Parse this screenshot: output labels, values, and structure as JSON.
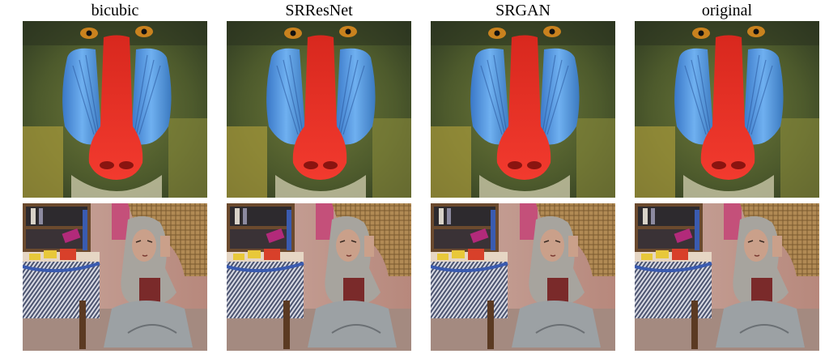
{
  "columns": [
    {
      "label": "bicubic",
      "top_image": "mandrill-face-photo",
      "bottom_image": "barbara-seated-woman-photo"
    },
    {
      "label": "SRResNet",
      "top_image": "mandrill-face-photo",
      "bottom_image": "barbara-seated-woman-photo"
    },
    {
      "label": "SRGAN",
      "top_image": "mandrill-face-photo",
      "bottom_image": "barbara-seated-woman-photo"
    },
    {
      "label": "original",
      "top_image": "mandrill-face-photo",
      "bottom_image": "barbara-seated-woman-photo"
    }
  ]
}
